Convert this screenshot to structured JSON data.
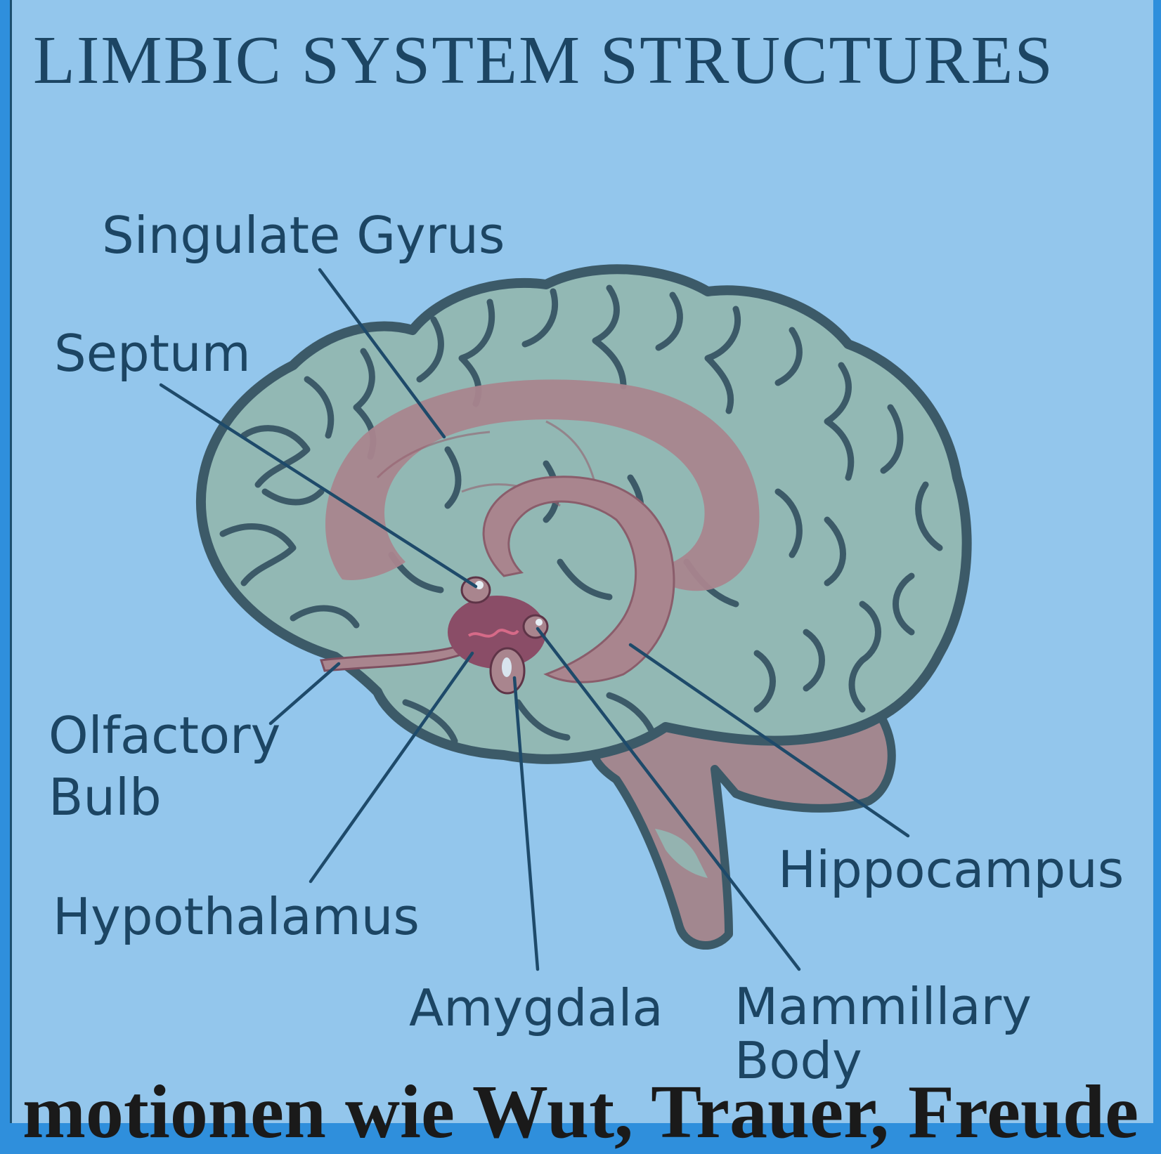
{
  "title": "LIMBIC SYSTEM STRUCTURES",
  "top_caption": "",
  "bottom_caption": "motionen wie Wut, Trauer, Freude",
  "colors": {
    "background": "#93c6ec",
    "frame": "#2f8fdc",
    "brain_fill": "#92b8b4",
    "brain_outline": "#3c5a68",
    "limbic": "#a9858e",
    "limbic_dark": "#8a4d67",
    "text": "#1c4563"
  },
  "labels": {
    "singulate_gyrus": "Singulate Gyrus",
    "septum": "Septum",
    "olfactory_bulb_line1": "Olfactory",
    "olfactory_bulb_line2": "Bulb",
    "hypothalamus": "Hypothalamus",
    "amygdala": "Amygdala",
    "mammillary_body_line1": "Mammillary",
    "mammillary_body_line2": "Body",
    "hippocampus": "Hippocampus"
  }
}
